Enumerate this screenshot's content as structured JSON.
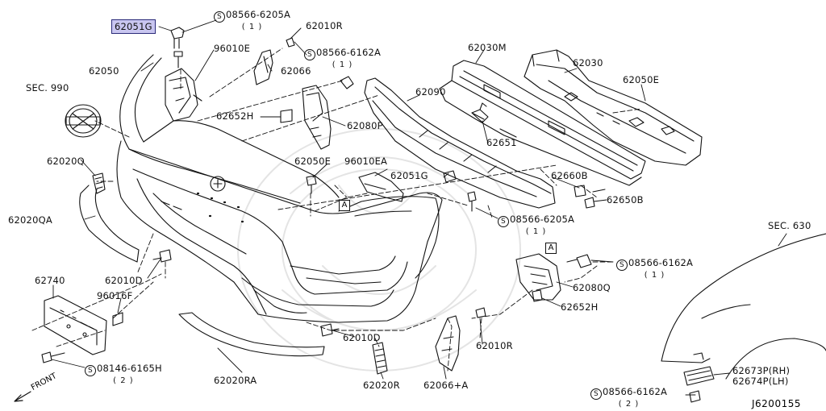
{
  "diagram_id": "J6200155",
  "front_label": "FRONT",
  "section_refs": [
    {
      "key": "sec990",
      "text": "SEC. 990"
    },
    {
      "key": "sec630",
      "text": "SEC. 630"
    }
  ],
  "callout_letter": "A",
  "parts": [
    {
      "key": "p62051G_top",
      "text": "62051G",
      "highlighted": true
    },
    {
      "key": "p08566_6205A_top",
      "text": "08566-6205A",
      "screw_symbol": "S",
      "qty": "( 1 )"
    },
    {
      "key": "p62010R_top",
      "text": "62010R"
    },
    {
      "key": "p96010E",
      "text": "96010E"
    },
    {
      "key": "p08566_6162A_top",
      "text": "08566-6162A",
      "screw_symbol": "S",
      "qty": "( 1 )"
    },
    {
      "key": "p62050",
      "text": "62050"
    },
    {
      "key": "p62066",
      "text": "62066"
    },
    {
      "key": "p62030M",
      "text": "62030M"
    },
    {
      "key": "p62030",
      "text": "62030"
    },
    {
      "key": "p62050E_right",
      "text": "62050E"
    },
    {
      "key": "p62090",
      "text": "62090"
    },
    {
      "key": "p62652H_top",
      "text": "62652H"
    },
    {
      "key": "p62080P",
      "text": "62080P"
    },
    {
      "key": "p62651",
      "text": "62651"
    },
    {
      "key": "p62020Q",
      "text": "62020Q"
    },
    {
      "key": "p62050E_mid",
      "text": "62050E"
    },
    {
      "key": "p96010EA",
      "text": "96010EA"
    },
    {
      "key": "p62051G_mid",
      "text": "62051G"
    },
    {
      "key": "p62660B",
      "text": "62660B"
    },
    {
      "key": "p62650B",
      "text": "62650B"
    },
    {
      "key": "p08566_6205A_mid",
      "text": "08566-6205A",
      "screw_symbol": "S",
      "qty": "( 1 )"
    },
    {
      "key": "p62020QA",
      "text": "62020QA"
    },
    {
      "key": "p08566_6162A_mid",
      "text": "08566-6162A",
      "screw_symbol": "S",
      "qty": "( 1 )"
    },
    {
      "key": "p62010D_left",
      "text": "62010D"
    },
    {
      "key": "p62080Q",
      "text": "62080Q"
    },
    {
      "key": "p62740",
      "text": "62740"
    },
    {
      "key": "p62652H_low",
      "text": "62652H"
    },
    {
      "key": "p96016F",
      "text": "96016F"
    },
    {
      "key": "p62010D_low",
      "text": "62010D"
    },
    {
      "key": "p62010R_low",
      "text": "62010R"
    },
    {
      "key": "p08146_6165H",
      "text": "08146-6165H",
      "screw_symbol": "S",
      "qty": "( 2 )"
    },
    {
      "key": "p62020RA",
      "text": "62020RA"
    },
    {
      "key": "p62020R",
      "text": "62020R"
    },
    {
      "key": "p62066A",
      "text": "62066+A"
    },
    {
      "key": "p62673P",
      "text": "62673P(RH)"
    },
    {
      "key": "p62674P",
      "text": "62674P(LH)"
    },
    {
      "key": "p08566_6162A_low",
      "text": "08566-6162A",
      "screw_symbol": "S",
      "qty": "( 2 )"
    }
  ]
}
